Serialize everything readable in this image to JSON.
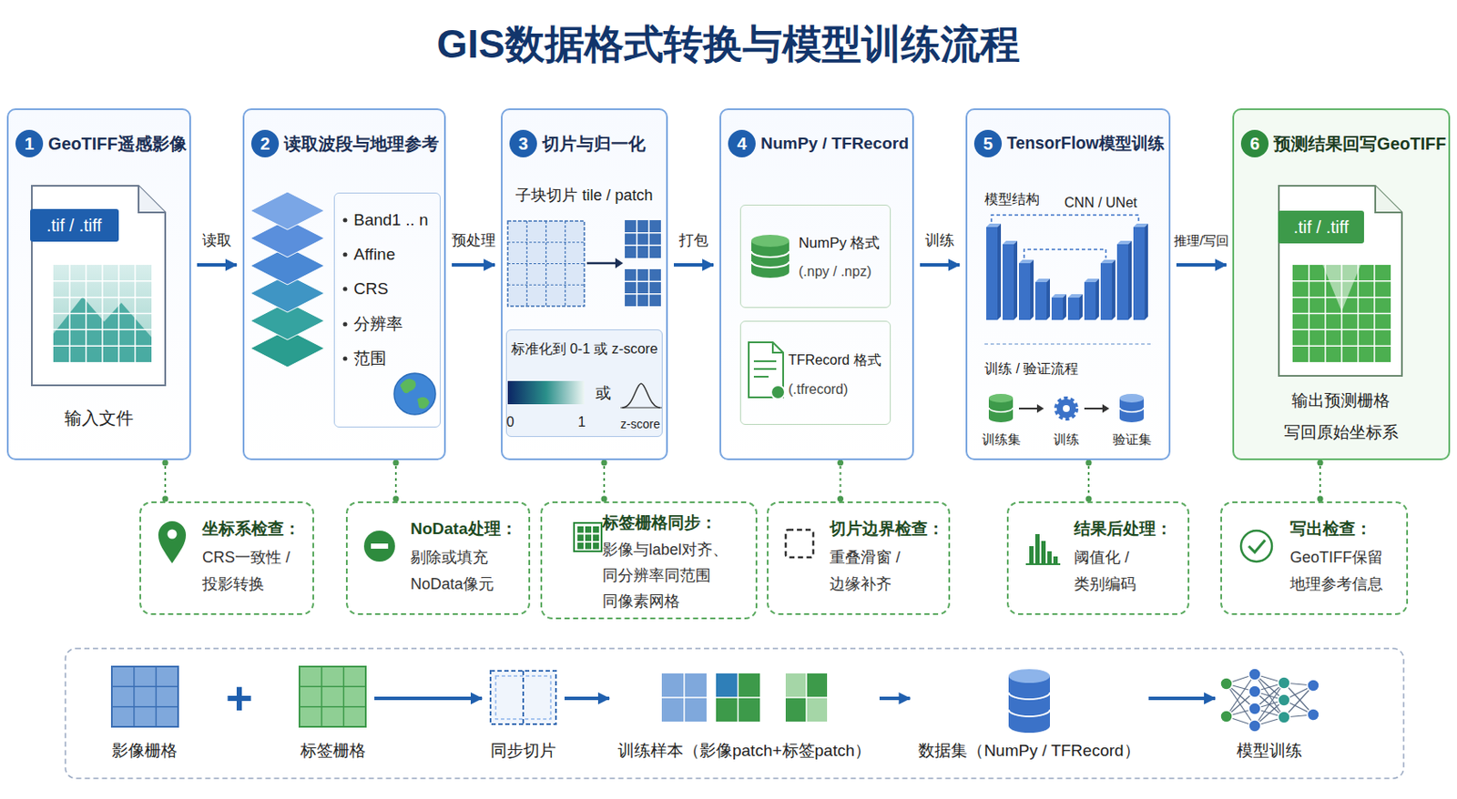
{
  "diagram": {
    "title": "GIS数据格式转换与模型训练流程",
    "nodes": [
      {
        "text": [
          "1",
          "GeoTIFF遥感影像",
          ".tif / .tiff",
          "输入文件"
        ]
      },
      {
        "text": [
          "2",
          "读取波段与地理参考"
        ]
      },
      {
        "text": [
          "Band1 .. n",
          "Affine",
          "CRS",
          "分辨率",
          "范围"
        ],
        "in": 1
      },
      {
        "text": [
          "3",
          "切片与归一化",
          "子块切片 tile / patch"
        ]
      },
      {
        "text": [
          "标准化到 0-1 或 z-score",
          "0",
          "1",
          "或",
          "z-score"
        ],
        "in": 3
      },
      {
        "text": [
          "4",
          "NumPy / TFRecord"
        ]
      },
      {
        "text": [
          "NumPy 格式",
          "(.npy / .npz)"
        ],
        "in": 5
      },
      {
        "text": [
          "TFRecord 格式",
          "(.tfrecord)"
        ],
        "in": 5
      },
      {
        "text": [
          "5",
          "TensorFlow模型训练",
          "模型结构",
          "CNN / UNet",
          "训练 / 验证流程",
          "训练集",
          "训练",
          "验证集"
        ]
      },
      {
        "text": [
          "6",
          "预测结果回写GeoTIFF",
          ".tif / .tiff",
          "输出预测栅格",
          "写回原始坐标系"
        ]
      },
      {
        "text": [
          "坐标系检查：",
          "CRS一致性 / 投影转换"
        ]
      },
      {
        "text": [
          "NoData处理：",
          "剔除或填充 NoData像元"
        ]
      },
      {
        "text": [
          "标签栅格同步：",
          "影像与label对齐、 同分辨率同范围 同像素网格"
        ]
      },
      {
        "text": [
          "切片边界检查：",
          "重叠滑窗 / 边缘补齐"
        ]
      },
      {
        "text": [
          "结果后处理：",
          "阈值化 / 类别编码"
        ]
      },
      {
        "text": [
          "写出检查：",
          "GeoTIFF保留 地理参考信息"
        ]
      },
      {
        "text": [
          "影像栅格"
        ]
      },
      {
        "text": [
          "标签栅格"
        ]
      },
      {
        "text": [
          "同步切片"
        ]
      },
      {
        "text": [
          "训练样本（影像patch+标签patch）"
        ]
      },
      {
        "text": [
          "数据集（NumPy / TFRecord）"
        ]
      },
      {
        "text": [
          "模型训练"
        ]
      }
    ],
    "edges": [
      {
        "from": 0,
        "to": 1,
        "label": "读取",
        "arrow": "to"
      },
      {
        "from": 1,
        "to": 3,
        "label": "预处理",
        "arrow": "to"
      },
      {
        "from": 3,
        "to": 5,
        "label": "打包",
        "arrow": "to"
      },
      {
        "from": 5,
        "to": 8,
        "label": "训练",
        "arrow": "to"
      },
      {
        "from": 8,
        "to": 9,
        "label": "推理/写回",
        "arrow": "to"
      },
      {
        "from": 0,
        "to": 10,
        "arrow": "none"
      },
      {
        "from": 1,
        "to": 11,
        "arrow": "none"
      },
      {
        "from": 3,
        "to": 12,
        "arrow": "none"
      },
      {
        "from": 5,
        "to": 13,
        "arrow": "none"
      },
      {
        "from": 8,
        "to": 14,
        "arrow": "none"
      },
      {
        "from": 9,
        "to": 15,
        "arrow": "none"
      },
      {
        "from": 17,
        "to": 18,
        "arrow": "to"
      },
      {
        "from": 18,
        "to": 19,
        "arrow": "to"
      },
      {
        "from": 19,
        "to": 20,
        "arrow": "to"
      },
      {
        "from": 20,
        "to": 21,
        "arrow": "to"
      }
    ],
    "labels": [
      "+"
    ]
  }
}
